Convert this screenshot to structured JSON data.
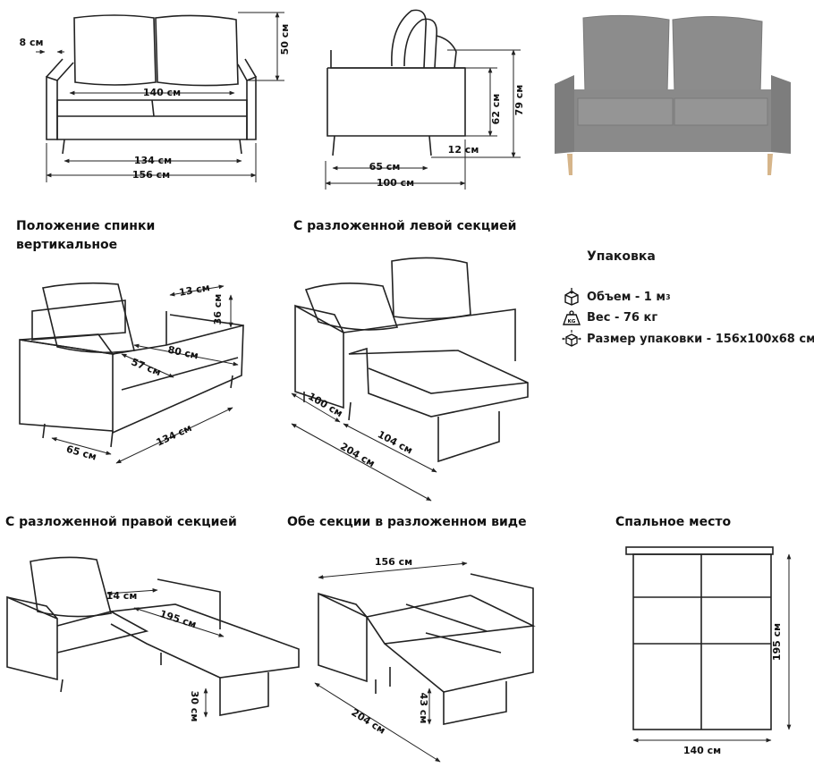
{
  "dims": {
    "arm": "8 см",
    "back_h": "50 см",
    "width_inner": "140 см",
    "seat_w": "134 см",
    "total_w": "156 см",
    "side_h_62": "62 см",
    "side_h_79": "79 см",
    "leg": "12 см",
    "seat_d": "65 см",
    "depth": "100 см",
    "iso_13": "13 см",
    "iso_36": "36 см",
    "iso_80": "80 см",
    "iso_57": "57 см",
    "iso_65": "65 см",
    "iso_134": "134 см",
    "left_100": "100 см",
    "left_104": "104 см",
    "left_204": "204 см",
    "right_14": "14 см",
    "right_195": "195 см",
    "right_30": "30 см",
    "both_156": "156 см",
    "both_43": "43 см",
    "both_204": "204 см",
    "bed_195": "195 см",
    "bed_140": "140 см"
  },
  "captions": {
    "upright_line1": "Положение спинки",
    "upright_line2": "вертикальное",
    "left_open": "С разложенной левой секцией",
    "right_open": "С разложенной правой секцией",
    "both_open": "Обе секции в разложенном виде",
    "sleeping": "Спальное место"
  },
  "packaging": {
    "title": "Упаковка",
    "volume": "Объем - 1 м",
    "volume_sup": "3",
    "weight": "Вес - 76 кг",
    "size": "Размер упаковки - 156x100x68 см",
    "kg_badge": "KG"
  },
  "icons": [
    "box-volume-icon",
    "weight-kg-icon",
    "package-size-icon"
  ],
  "colors": {
    "line": "#222222",
    "photo_fabric": "#8a8a8a",
    "photo_leg": "#d6b58a"
  }
}
